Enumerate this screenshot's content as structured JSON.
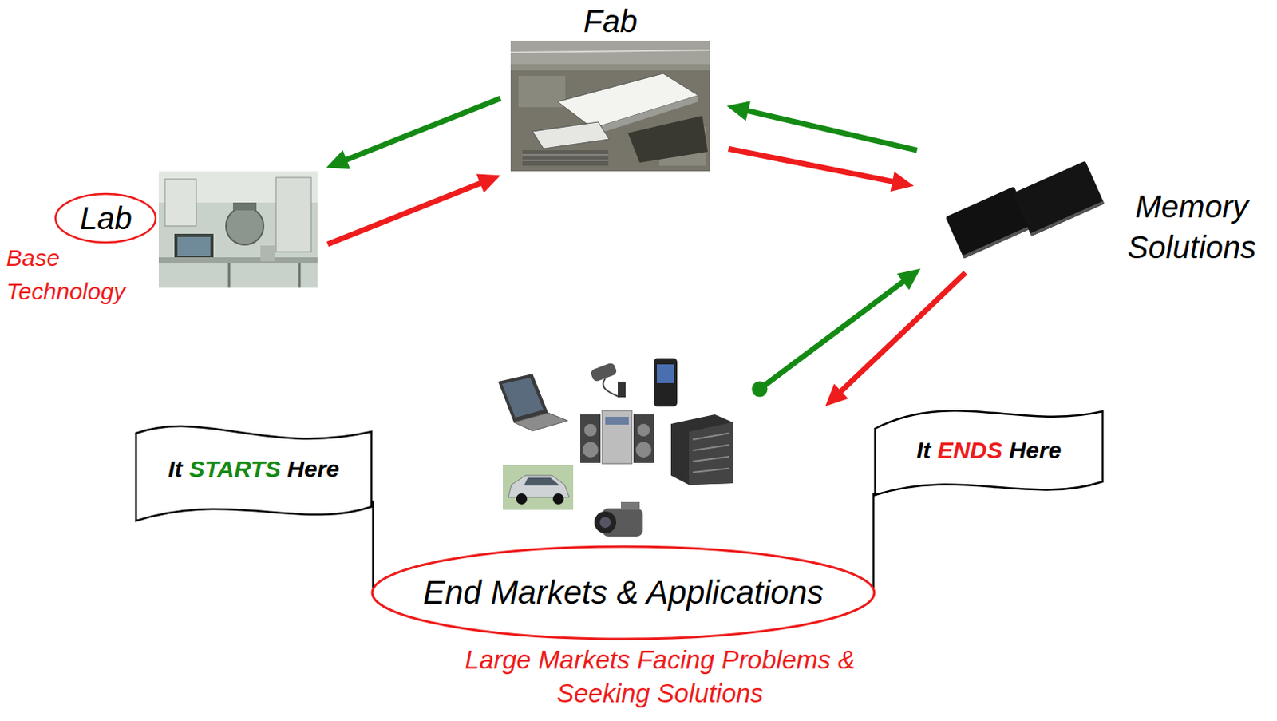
{
  "diagram": {
    "nodes": [
      {
        "text": [
          "Fab"
        ]
      },
      {
        "text": [
          "Lab",
          "Base Technology"
        ]
      },
      {
        "text": [
          "Memory Solutions"
        ]
      },
      {
        "text": [
          "End Markets & Applications",
          "Large Markets Facing Problems & Seeking Solutions"
        ]
      },
      {
        "text": [
          "It",
          "STARTS",
          "Here"
        ]
      },
      {
        "text": [
          "It",
          "ENDS",
          "Here"
        ]
      }
    ],
    "edges": [
      {
        "from": 0,
        "to": 1,
        "arrow": "to"
      },
      {
        "from": 1,
        "to": 0,
        "arrow": "to"
      },
      {
        "from": 2,
        "to": 0,
        "arrow": "to"
      },
      {
        "from": 0,
        "to": 2,
        "arrow": "to"
      },
      {
        "from": 3,
        "to": 2,
        "arrow": "to"
      },
      {
        "from": 2,
        "to": 3,
        "arrow": "to"
      }
    ]
  }
}
